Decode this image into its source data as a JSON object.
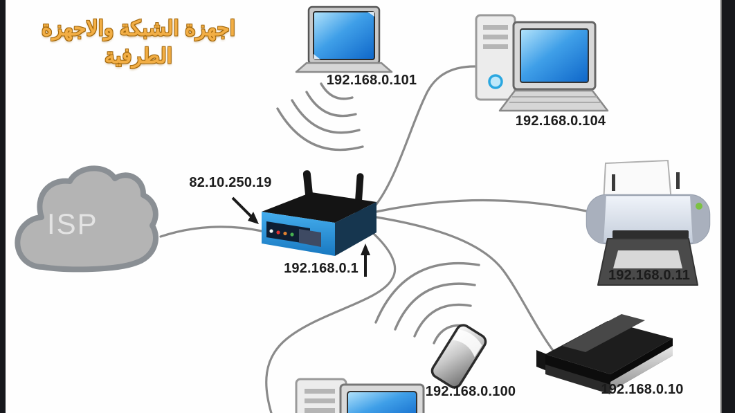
{
  "title": {
    "line1": "اجهزة الشبكة والاجهزة",
    "line2": "الطرفية"
  },
  "nodes": {
    "isp": {
      "label": "ISP",
      "type": "internet-cloud"
    },
    "router": {
      "type": "wireless-router",
      "lan_ip": "192.168.0.1",
      "wan_ip": "82.10.250.19"
    },
    "laptop": {
      "type": "laptop",
      "ip": "192.168.0.101",
      "connection": "wireless"
    },
    "desktop": {
      "type": "desktop-computer",
      "ip": "192.168.0.104",
      "connection": "wired"
    },
    "printer": {
      "type": "printer",
      "ip": "192.168.0.11",
      "connection": "wired"
    },
    "switch": {
      "type": "network-switch",
      "ip": "192.168.0.10",
      "connection": "wired"
    },
    "phone": {
      "type": "smartphone",
      "ip": "192.168.0.100",
      "connection": "wireless"
    },
    "desktop2": {
      "type": "desktop-computer",
      "connection": "wired"
    }
  },
  "colors": {
    "title_gold": "#f2ae45",
    "cable_gray": "#8a8a8a",
    "cloud_gray": "#b4b4b4",
    "router_blue": "#2e9be0",
    "screen_blue": "#1778d9",
    "led_green": "#7cc143",
    "letterbox_black": "#17181c"
  }
}
